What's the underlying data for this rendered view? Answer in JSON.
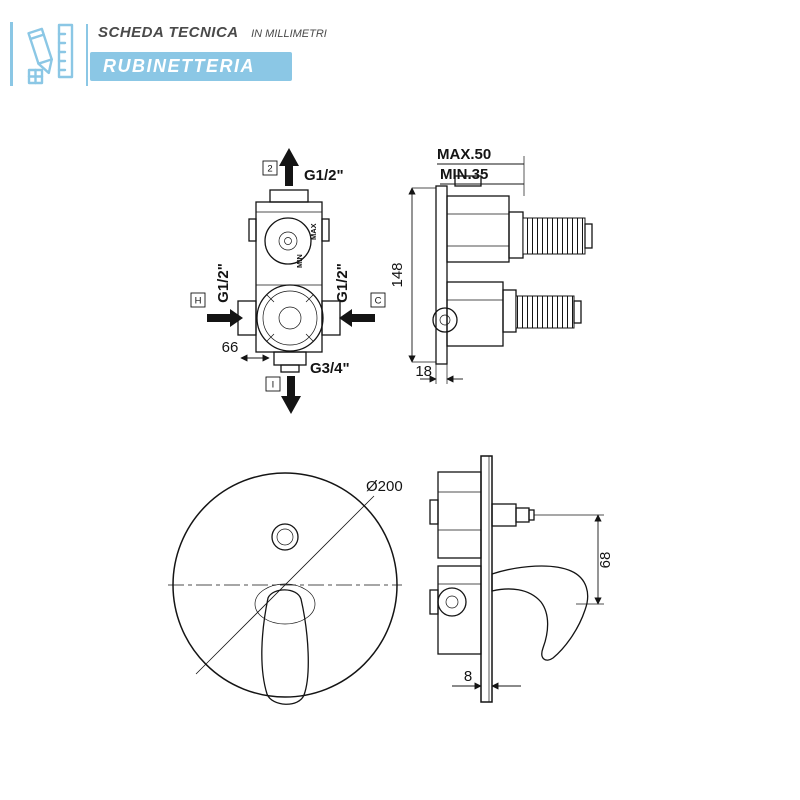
{
  "header": {
    "title": "SCHEDA TECNICA",
    "subtitle": "IN MILLIMETRI",
    "brand": "RUBINETTERIA",
    "accent_color": "#8bc7e5"
  },
  "valve_front": {
    "top_tag": "2",
    "top_label": "G1/2\"",
    "left_tag": "H",
    "left_label": "G1/2\"",
    "right_tag": "C",
    "right_label": "G1/2\"",
    "bottom_tag": "I",
    "bottom_label": "G3/4\"",
    "dim_width": "66",
    "max_label": "MAX",
    "min_label": "MIN"
  },
  "valve_side": {
    "max_depth": "MAX.50",
    "min_depth": "MIN.35",
    "height": "148",
    "base_depth": "18"
  },
  "trim_front": {
    "diameter": "Ø200"
  },
  "trim_side": {
    "handle_projection": "68",
    "plate_thickness": "8"
  }
}
